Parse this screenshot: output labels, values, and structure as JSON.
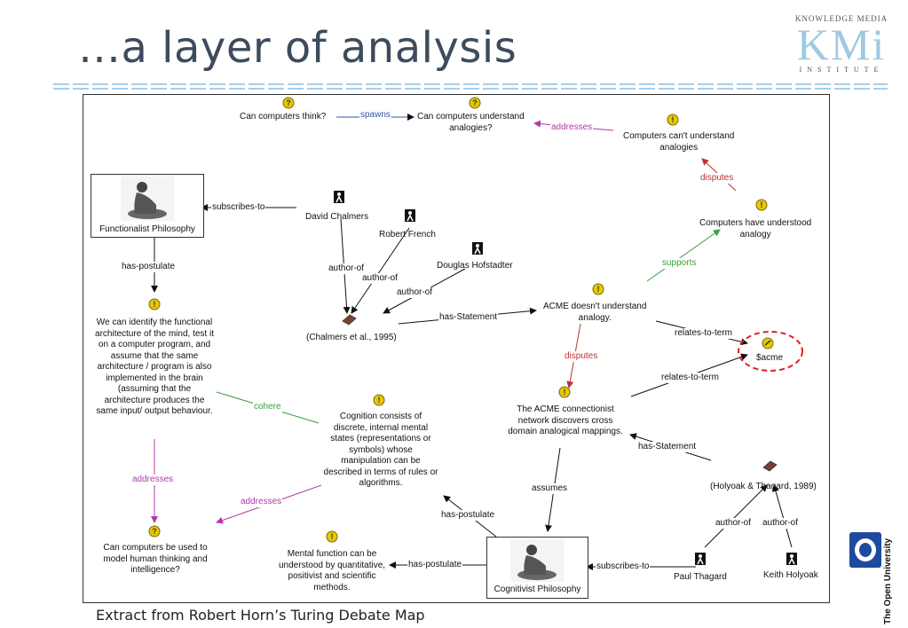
{
  "slide": {
    "title": "…a layer of analysis",
    "caption": "Extract from Robert Horn’s Turing Debate Map"
  },
  "logo": {
    "top": "KNOWLEDGE MEDIA",
    "main": "KMi",
    "bottom": "INSTITUTE"
  },
  "ou_logo": {
    "text": "The Open University"
  },
  "nodes": {
    "can_think": "Can computers think?",
    "understand_analogies": "Can computers understand\nanalogies?",
    "cant_understand": "Computers can't understand\nanalogies",
    "have_understood": "Computers have understood\nanalogy",
    "functionalist": "Functionalist Philosophy",
    "david_chalmers": "David Chalmers",
    "robert_french": "Robert French",
    "douglas_hofstadter": "Douglas Hofstadter",
    "chalmers_ref": "(Chalmers et al., 1995)",
    "acme_not": "ACME doesn't understand\nanalogy.",
    "acme_term": "$acme",
    "identify_arch": "We can identify the functional\narchitecture of the mind, test it\non a computer program, and\nassume that the same\narchitecture / program is also\nimplemented in the brain\n(assuming that the\narchitecture produces the\nsame input/ output behaviour.",
    "cognition": "Cognition consists of\ndiscrete, internal mental\nstates (representations or\nsymbols) whose\nmanipulation can be\ndescribed in terms of rules or\nalgorithms.",
    "acme_conn": "The ACME connectionist\nnetwork discovers cross\ndomain analogical mappings.",
    "holyoak_ref": "(Holyoak & Thagard, 1989)",
    "computers_model": "Can computers be used to\nmodel human thinking and\nintelligence?",
    "mental_function": "Mental function can be\nunderstood by quantitative,\npositivist and scientific\nmethods.",
    "cognitivist": "Cognitivist Philosophy",
    "paul_thagard": "Paul Thagard",
    "keith_holyoak": "Keith Holyoak"
  },
  "edges": {
    "spawns": "spawns",
    "addresses_top": "addresses",
    "disputes_top": "disputes",
    "supports": "supports",
    "subscribes_to_top": "subscribes-to",
    "has_postulate_left": "has-postulate",
    "author_of_1": "author-of",
    "author_of_2": "author-of",
    "author_of_3": "author-of",
    "has_statement_mid": "has-Statement",
    "relates_to_term_1": "relates-to-term",
    "relates_to_term_2": "relates-to-term",
    "disputes_mid": "disputes",
    "cohere": "cohere",
    "addresses_left": "addresses",
    "addresses_mid": "addresses",
    "has_statement_right": "has-Statement",
    "assumes": "assumes",
    "has_postulate_mid": "has-postulate",
    "has_postulate_bottom": "has-postulate",
    "subscribes_to_bottom": "subscribes-to",
    "author_of_4": "author-of",
    "author_of_5": "author-of"
  },
  "colors": {
    "title": "#3d4b5c",
    "stripe": "#a9cde8",
    "question_icon": "#e8c800",
    "purple_edge": "#b03aa8",
    "red_edge": "#c03030",
    "green_edge": "#3aa03a",
    "highlight": "#e02020"
  },
  "icons": [
    "question-icon",
    "issue-icon",
    "person-icon",
    "reference-icon",
    "term-icon",
    "statue-image"
  ]
}
